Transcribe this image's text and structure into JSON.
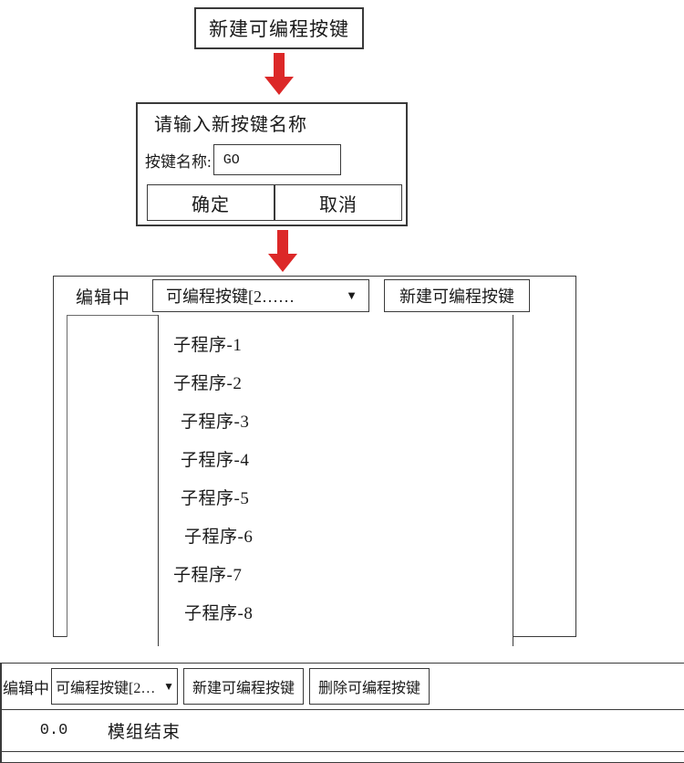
{
  "flow": {
    "step1": {
      "label": "新建可编程按键"
    },
    "arrow": {
      "name": "down-arrow",
      "color": "#DC2828"
    },
    "step2_dialog": {
      "title": "请输入新按键名称",
      "field_label": "按键名称:",
      "field_value": "GO",
      "field_placeholder": "",
      "confirm_label": "确定",
      "cancel_label": "取消"
    },
    "step3_panel": {
      "editing_label": "编辑中",
      "select_value": "可编程按键[2……",
      "select_caret": "▼",
      "new_key_button": "新建可编程按键",
      "list_items": [
        "子程序-1",
        "子程序-2",
        "子程序-3",
        "子程序-4",
        "子程序-5",
        "子程序-6",
        "子程序-7",
        "子程序-8"
      ]
    }
  },
  "bottom_bar": {
    "editing_label": "编辑中",
    "select_value": "可编程按键[2…",
    "select_caret": "▼",
    "new_key_button": "新建可编程按键",
    "delete_key_button": "删除可编程按键",
    "program_row": {
      "line_number": "0.0",
      "text": "模组结束"
    }
  }
}
